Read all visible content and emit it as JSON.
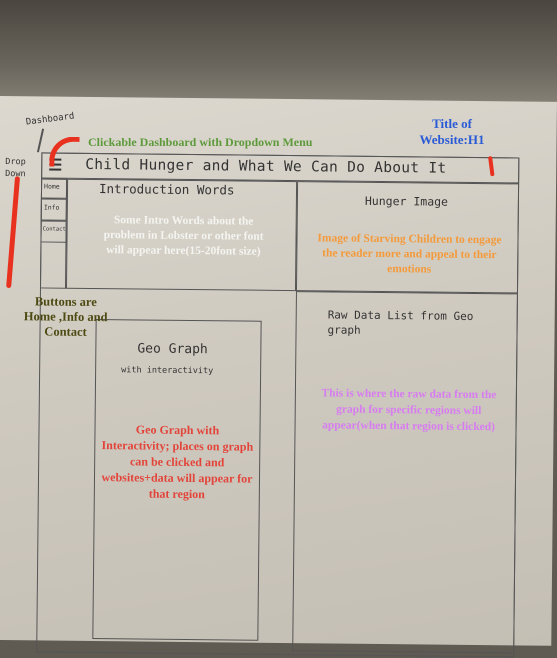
{
  "sketch": {
    "dashboard_label": "Dashboard",
    "drop_down_label": "Drop Down",
    "menu_items": [
      "Home",
      "Info",
      "Contact"
    ],
    "site_title": "Child Hunger and What We Can Do About It",
    "intro_heading": "Introduction Words",
    "hunger_image_heading": "Hunger Image",
    "raw_data_heading": "Raw Data List from Geo graph",
    "geo_graph_heading": "Geo Graph",
    "geo_graph_subheading": "with interactivity"
  },
  "annotations": {
    "dashboard_note": "Clickable Dashboard with Dropdown Menu",
    "title_note": "Title of Website:H1",
    "buttons_note": "Buttons are Home ,Info and Contact",
    "intro_note": "Some Intro Words about the problem in Lobster or other font will appear here(15-20font size)",
    "image_note": "Image of Starving Children to engage the reader more and appeal to their emotions",
    "geo_note": "Geo Graph with Interactivity; places on graph can be clicked and websites+data will appear for that region",
    "raw_data_note": "This is where the raw data from the graph for specific regions will appear(when that region is clicked)"
  },
  "colors": {
    "green": "#5e9a3c",
    "blue": "#2a5bd6",
    "orange": "#f49a3a",
    "red": "#e3443a",
    "pink": "#d77cf0",
    "marker": "#e8321f"
  }
}
